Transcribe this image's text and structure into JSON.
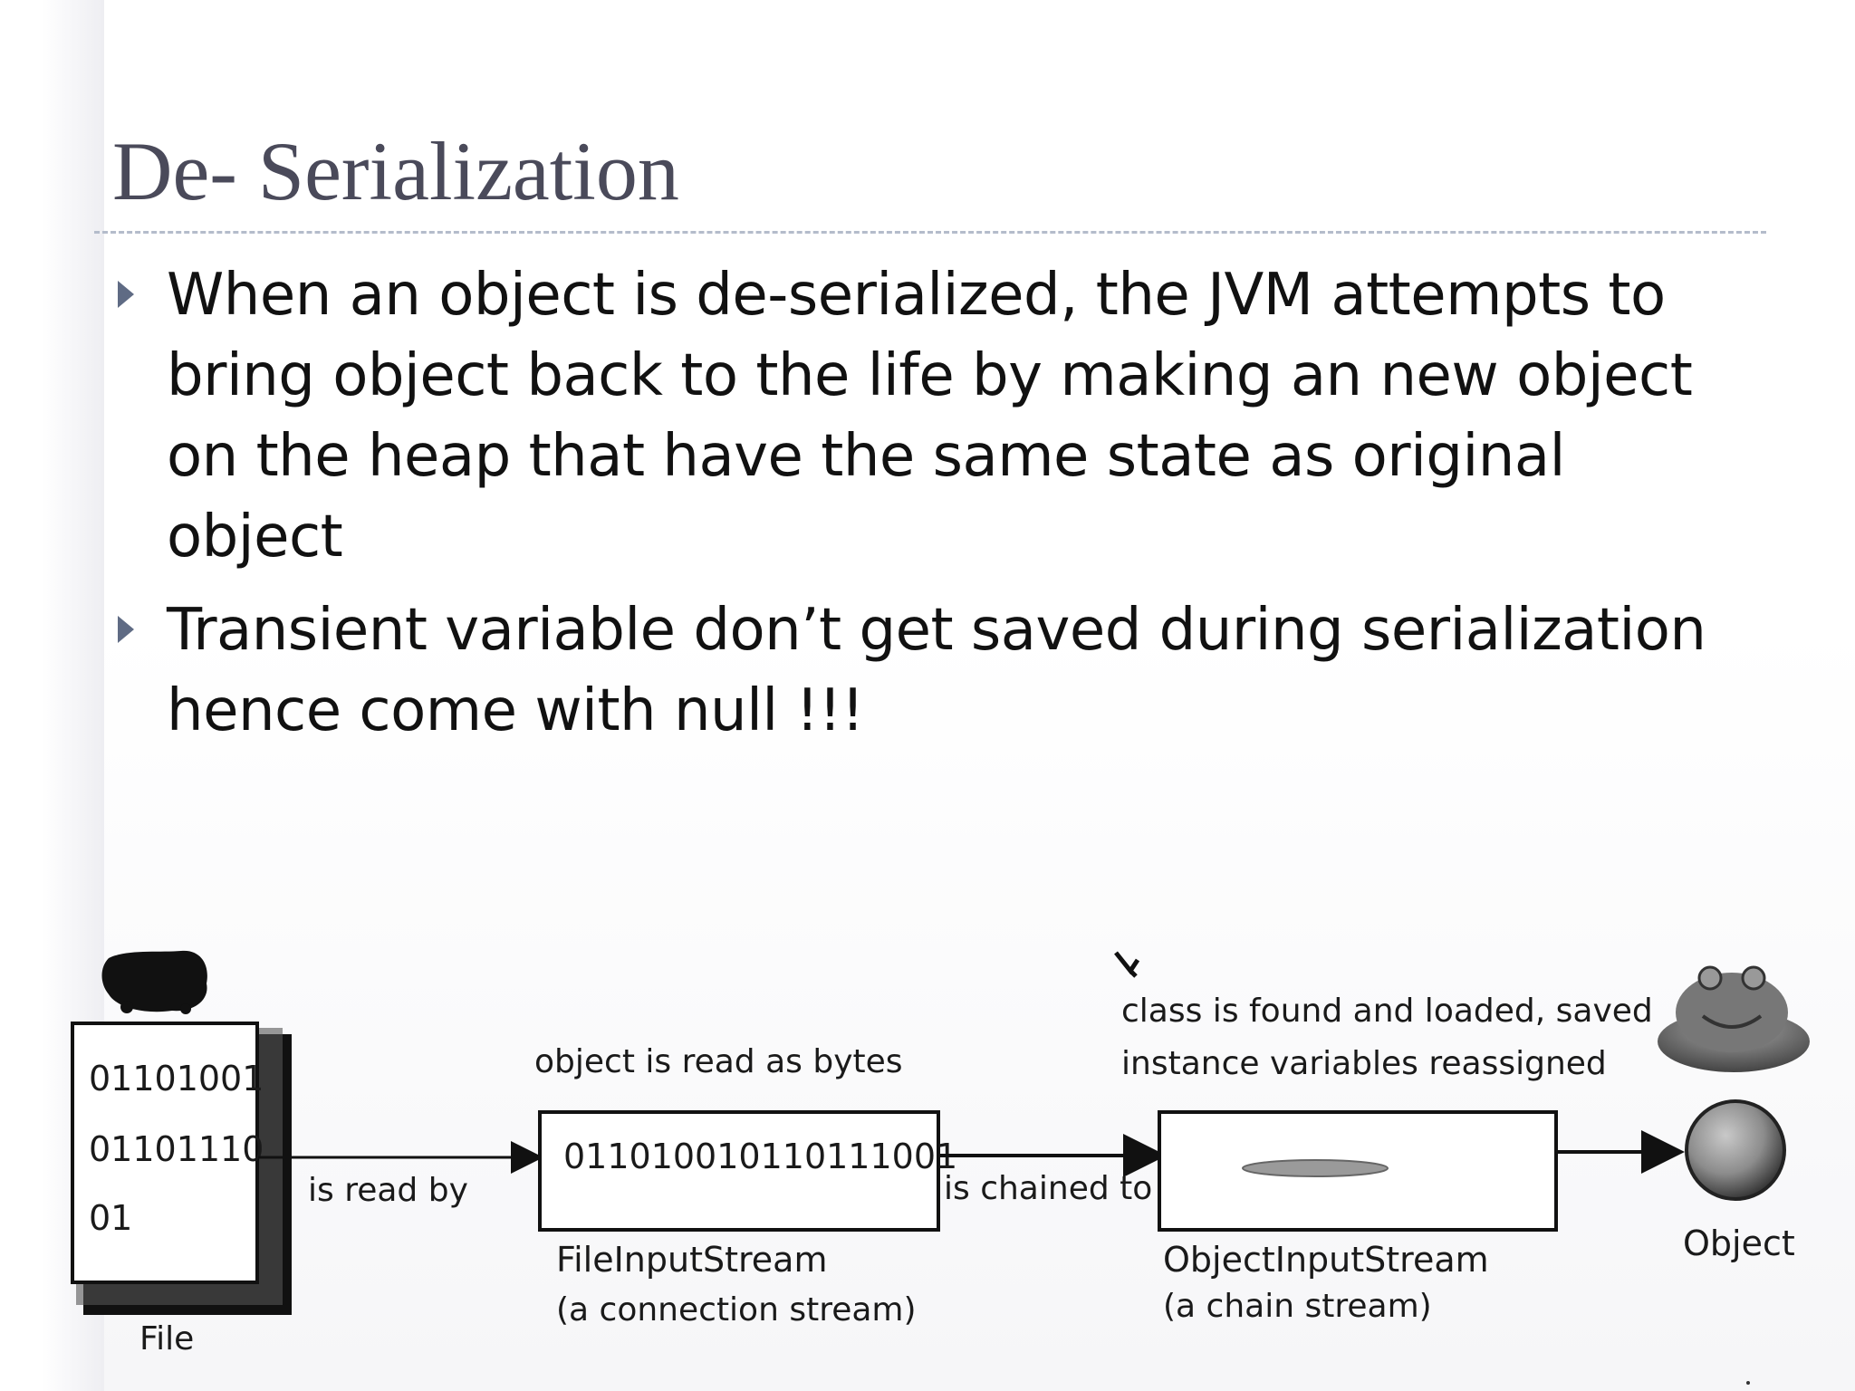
{
  "slide": {
    "title": "De- Serialization",
    "bullets": [
      "When an object is de-serialized, the JVM attempts to bring object back to the life by making an new object on the heap that have the same state as original object",
      "Transient variable don’t get saved during serialization hence come with null !!!"
    ]
  },
  "diagram": {
    "file_bits": [
      "01101001",
      "01101110",
      "01"
    ],
    "file_label": "File",
    "edge_read_by": "is read by",
    "bytes_caption": "object is read as bytes",
    "stream_bits": "011010010110111001",
    "fis_name": "FileInputStream",
    "fis_desc": "(a connection stream)",
    "edge_chained": "is chained to",
    "class_caption_1": "class is found and loaded, saved",
    "class_caption_2": "instance variables reassigned",
    "ois_name": "ObjectInputStream",
    "ois_desc": "(a chain stream)",
    "object_label": "Object"
  }
}
